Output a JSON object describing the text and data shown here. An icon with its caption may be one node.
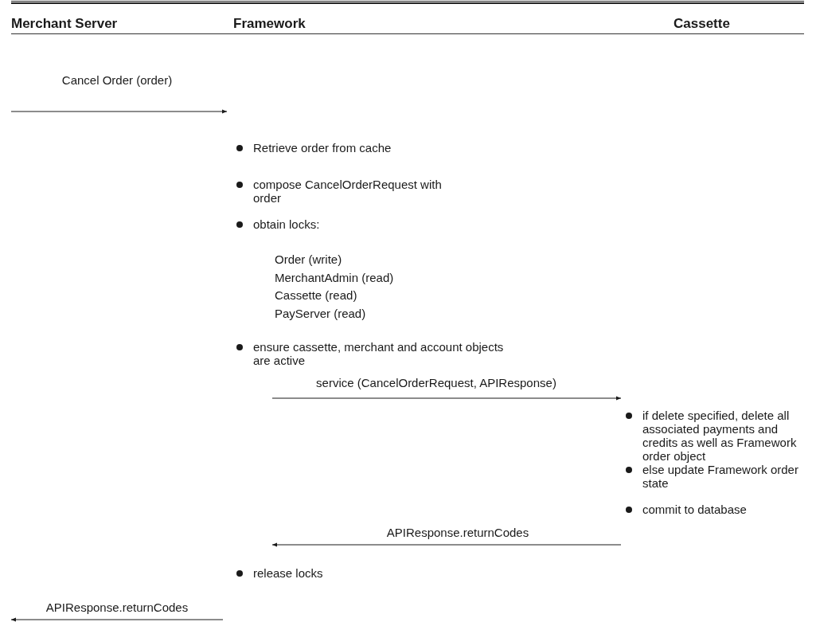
{
  "diagram": {
    "nodes": [
      {
        "text": [
          "Retrieve order from cache",
          "compose CancelOrderRequest with order",
          "obtain locks:",
          "Order (write)",
          "MerchantAdmin (read)",
          "Cassette (read)",
          "PayServer (read)",
          "ensure cassette, merchant and account objects are active"
        ]
      },
      {
        "text": [
          "if delete specified, delete all associated payments and credits as well as Framework order object",
          "else update Framework order state",
          "commit to database"
        ]
      },
      {
        "text": [
          "release locks"
        ]
      }
    ],
    "edges": [
      {
        "from": null,
        "to": 0,
        "arrow": "to",
        "label": "Cancel Order (order)"
      },
      {
        "from": 0,
        "to": 1,
        "arrow": "to",
        "label": "service (CancelOrderRequest, APIResponse)"
      },
      {
        "from": 1,
        "to": 2,
        "arrow": "to",
        "label": "APIResponse.returnCodes"
      },
      {
        "from": 2,
        "to": null,
        "arrow": "to",
        "label": "APIResponse.returnCodes"
      }
    ],
    "labels": [
      "Merchant Server",
      "Framework",
      "Cassette"
    ]
  }
}
